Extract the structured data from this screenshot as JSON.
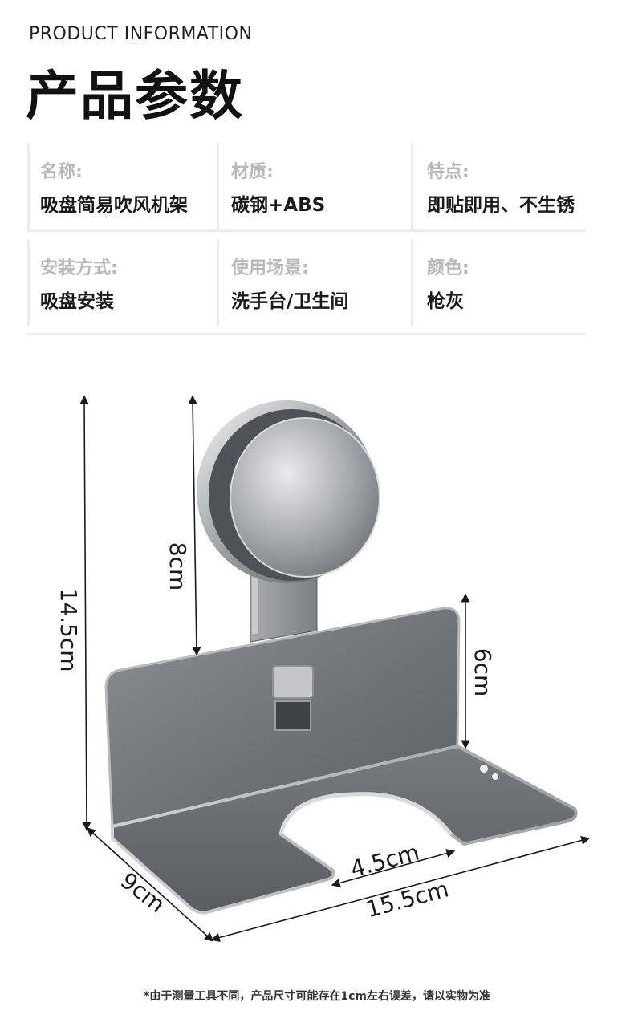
{
  "header": {
    "eyebrow": "PRODUCT INFORMATION",
    "title": "产品参数"
  },
  "specs": {
    "rows": [
      [
        {
          "label": "名称:",
          "value": "吸盘简易吹风机架"
        },
        {
          "label": "材质:",
          "value": "碳钢+ABS"
        },
        {
          "label": "特点:",
          "value": "即贴即用、不生锈"
        }
      ],
      [
        {
          "label": "安装方式:",
          "value": "吸盘安装"
        },
        {
          "label": "使用场景:",
          "value": "洗手台/卫生间"
        },
        {
          "label": "颜色:",
          "value": "枪灰"
        }
      ]
    ]
  },
  "dimensions": {
    "total_height": "14.5cm",
    "suction_height": "8cm",
    "back_height": "6cm",
    "depth": "9cm",
    "width": "15.5cm",
    "slot_width": "4.5cm"
  },
  "colors": {
    "product": "#7a7d82",
    "label_gray": "#b8b8b8",
    "divider": "#ececec"
  },
  "footnote": "*由于测量工具不同，产品尺寸可能存在1cm左右误差，请以实物为准"
}
